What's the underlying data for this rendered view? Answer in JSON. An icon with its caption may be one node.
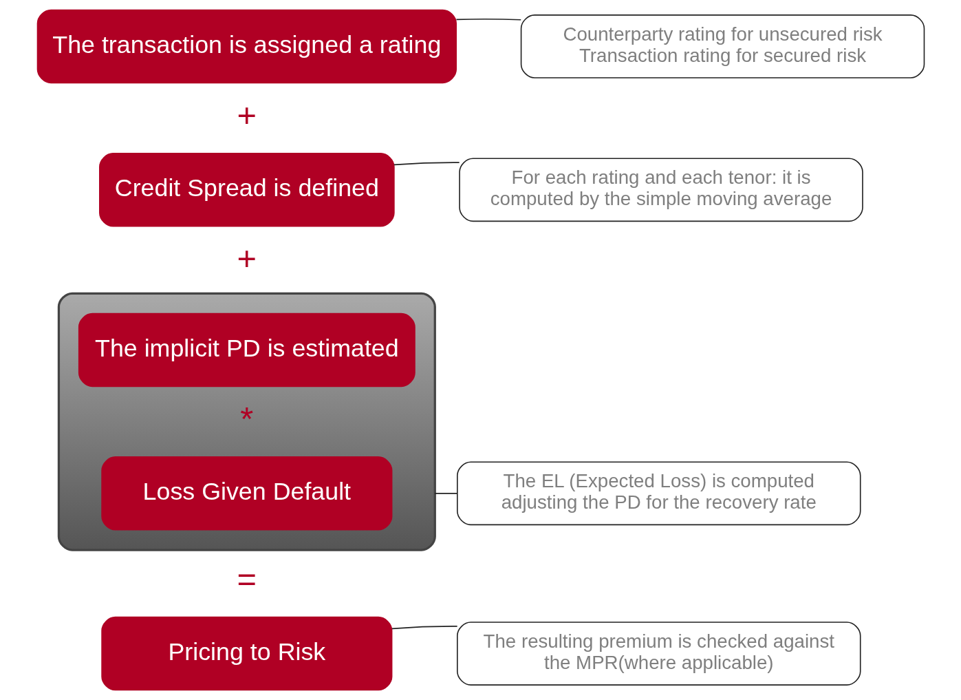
{
  "diagram": {
    "nodes": [
      {
        "text": [
          "The transaction is assigned a rating"
        ]
      },
      {
        "text": [
          "Counterparty rating for unsecured risk",
          "Transaction rating for secured risk"
        ]
      },
      {
        "text": [
          "Credit Spread is defined"
        ]
      },
      {
        "text": [
          "For each rating and each tenor: it is computed by the simple moving average"
        ]
      },
      {
        "text": [],
        "shape": "box"
      },
      {
        "text": [
          "The implicit PD is estimated"
        ],
        "in": 4
      },
      {
        "text": [
          "Loss Given Default"
        ],
        "in": 4
      },
      {
        "text": [
          "The EL (Expected Loss) is computed adjusting the PD for the recovery rate"
        ]
      },
      {
        "text": [
          "Pricing to Risk"
        ]
      },
      {
        "text": [
          "The resulting premium is checked against the MPR(where applicable)"
        ]
      }
    ],
    "edges": [
      {
        "from": 1,
        "to": 0,
        "arrow": "none"
      },
      {
        "from": 3,
        "to": 2,
        "arrow": "none"
      },
      {
        "from": 7,
        "to": 4,
        "arrow": "none"
      },
      {
        "from": 9,
        "to": 8,
        "arrow": "none"
      }
    ],
    "labels": [
      "+",
      "+",
      "*",
      "="
    ]
  }
}
